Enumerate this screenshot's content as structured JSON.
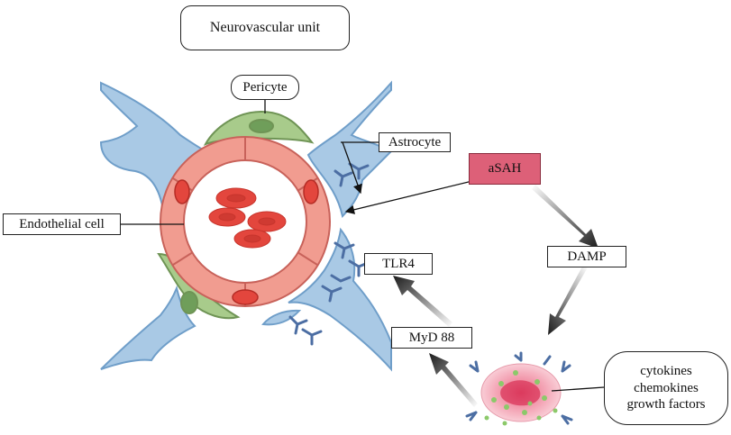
{
  "title": "Neurovascular unit",
  "labels": {
    "pericyte": "Pericyte",
    "astrocyte": "Astrocyte",
    "endothelial": "Endothelial cell",
    "asah": "aSAH",
    "damp": "DAMP",
    "tlr4": "TLR4",
    "myd88": "MyD 88",
    "cytokines": [
      "cytokines",
      "chemokines",
      "growth factors"
    ]
  },
  "colors": {
    "astrocyte": "#a9c9e5",
    "astrocyte_edge": "#6f9ec9",
    "pericyte": "#a8cb8b",
    "endothelium": "#f19c90",
    "lumen": "#ffffff",
    "red_cell": "#e3463d",
    "asah": "#dd6078",
    "receptor": "#4c6ea3",
    "immune_cell": "#f4a8b6"
  }
}
